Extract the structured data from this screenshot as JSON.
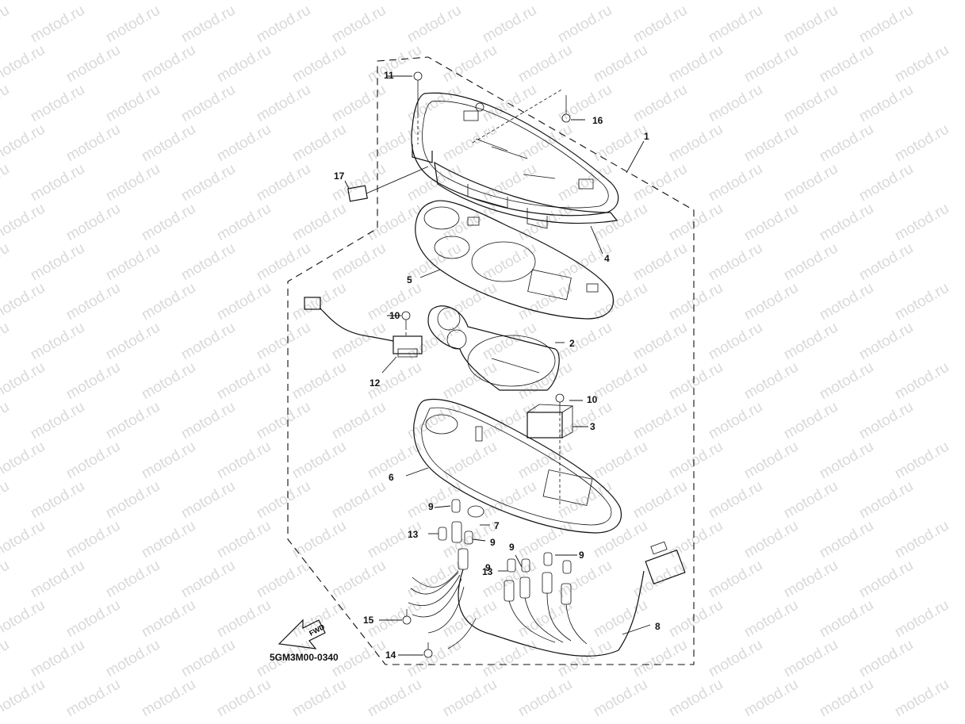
{
  "watermark": {
    "text": "motod.ru"
  },
  "diagram": {
    "code": "5GM3M00-0340",
    "fwd_label": "FWD",
    "callouts": [
      "1",
      "2",
      "3",
      "4",
      "5",
      "6",
      "7",
      "8",
      "9",
      "9",
      "9",
      "9",
      "9",
      "10",
      "10",
      "11",
      "12",
      "13",
      "13",
      "14",
      "15",
      "16",
      "17"
    ]
  }
}
